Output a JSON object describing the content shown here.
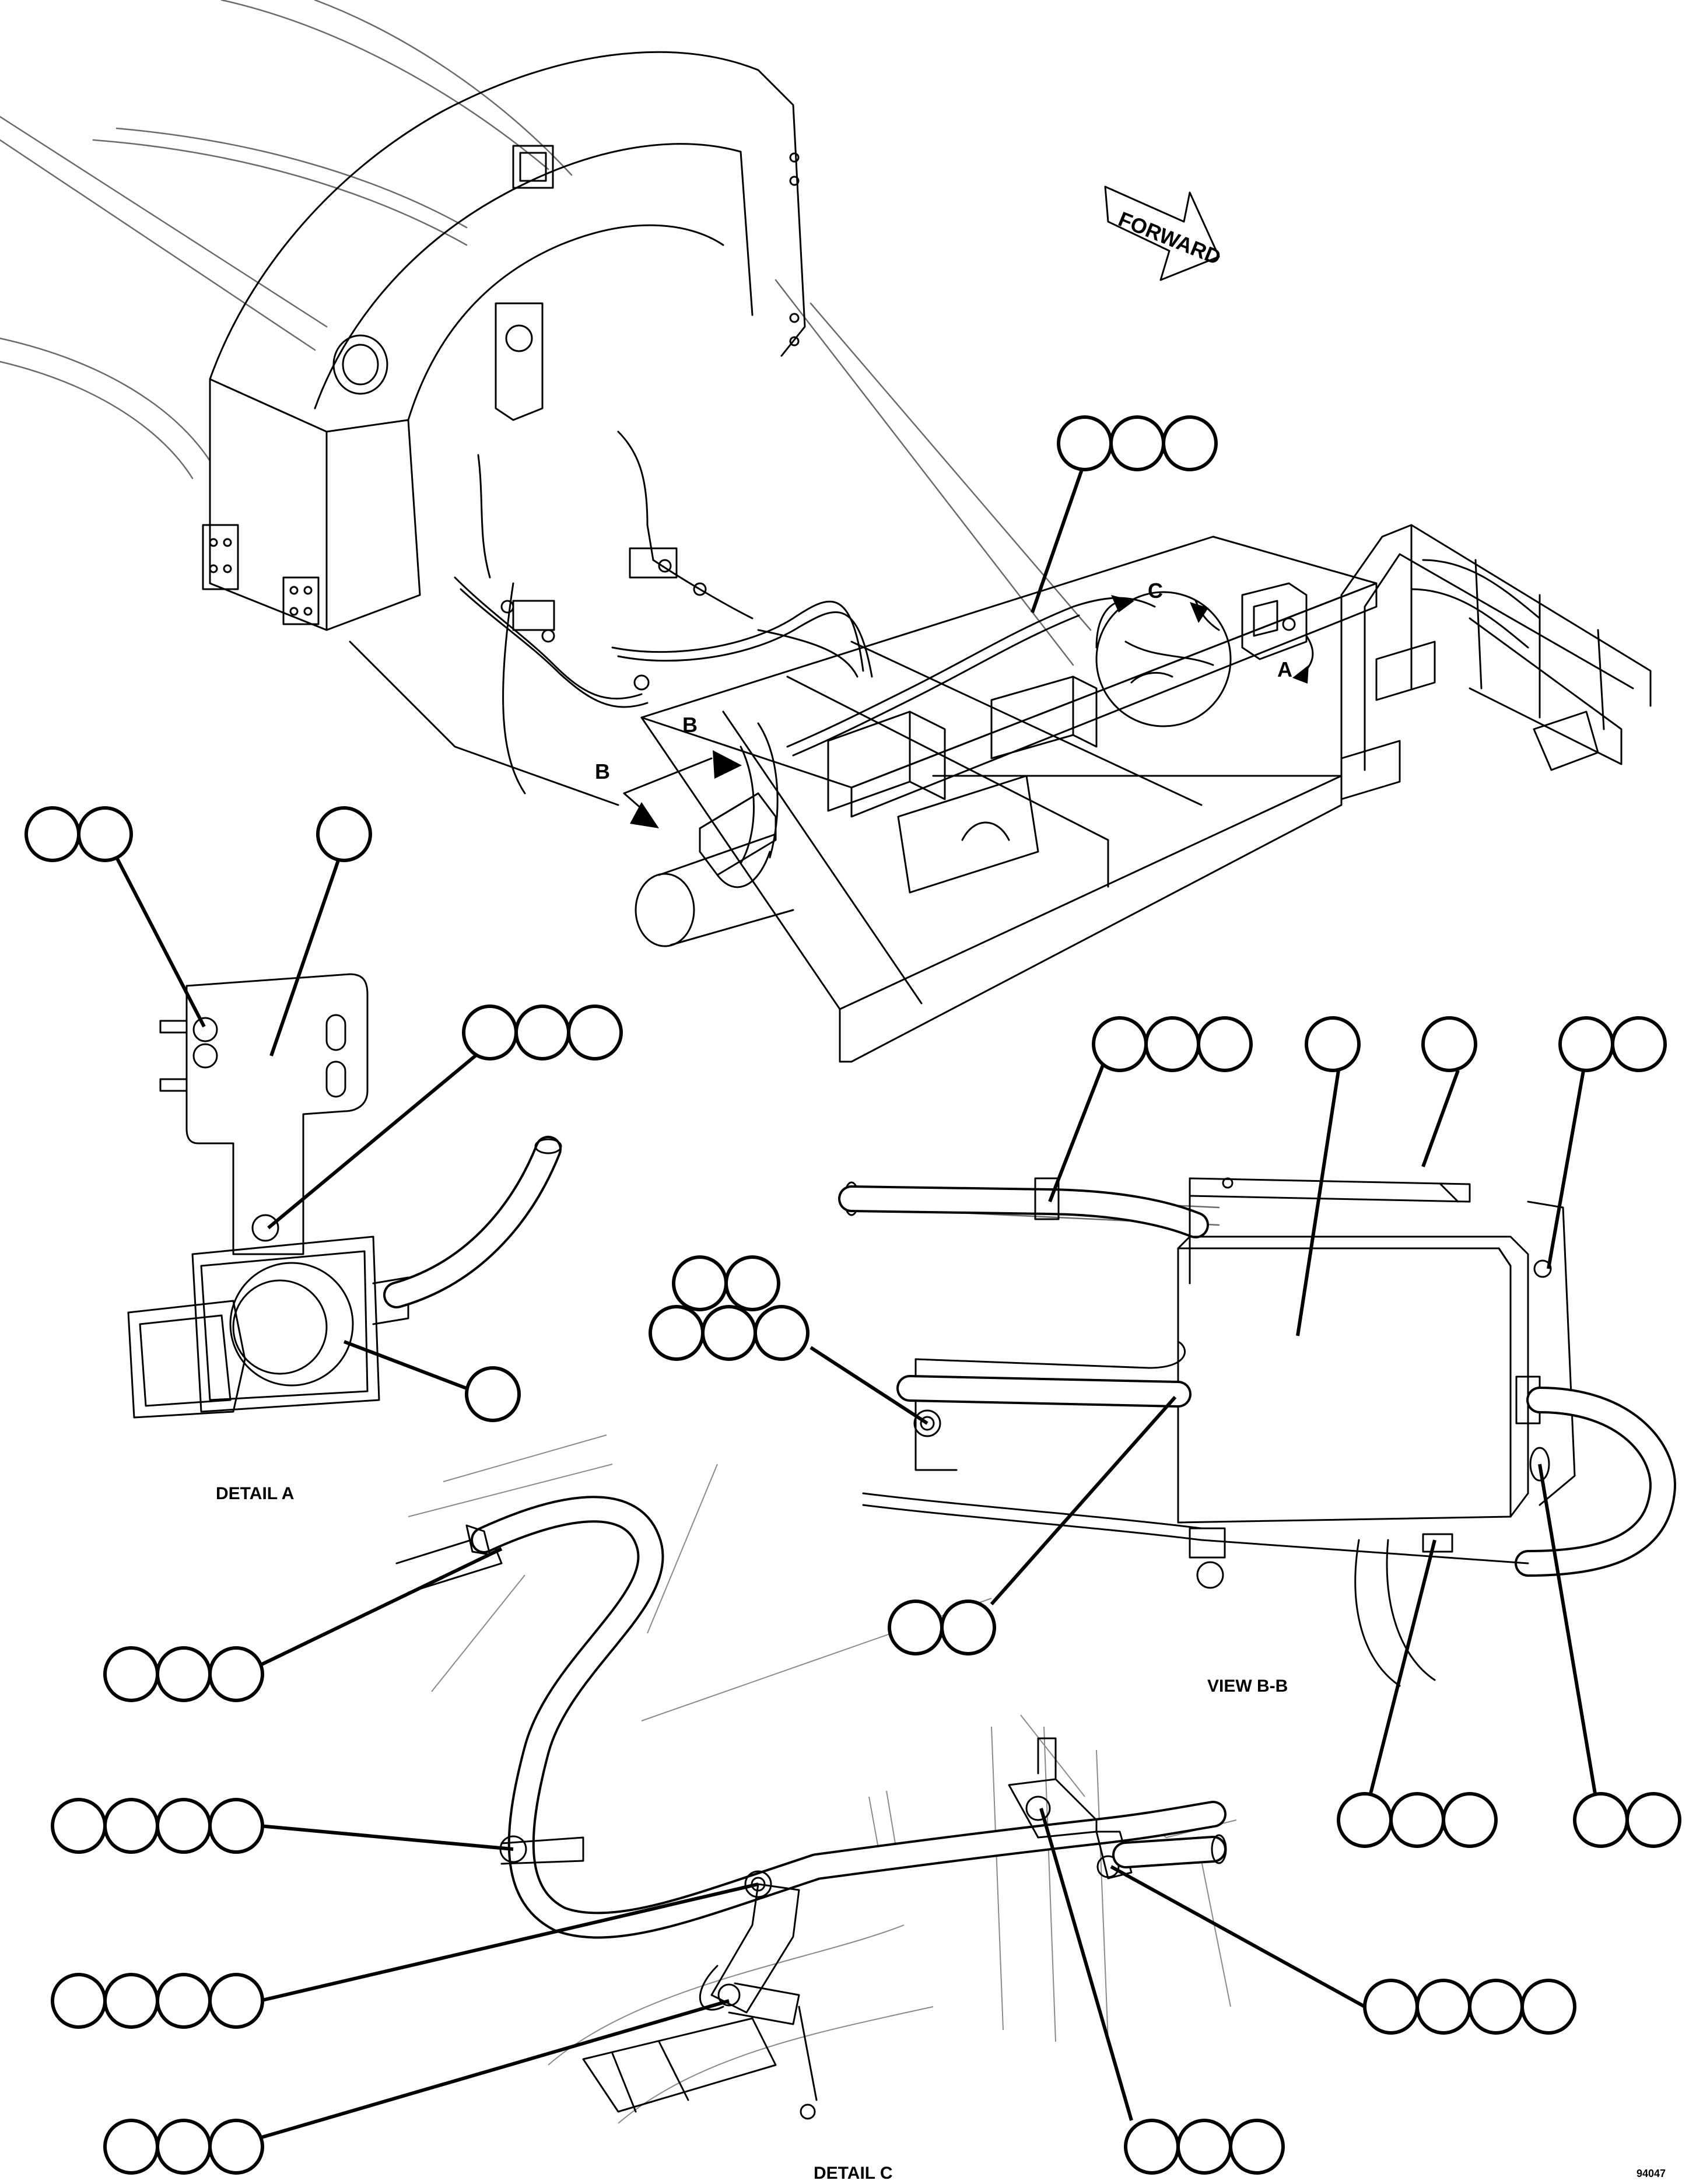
{
  "labels": {
    "forward": "FORWARD",
    "section_a": "A",
    "section_b": "B",
    "section_c": "C",
    "detail_a": "DETAIL A",
    "view_bb": "VIEW B-B",
    "detail_c": "DETAIL C",
    "corner_code": "94047"
  }
}
